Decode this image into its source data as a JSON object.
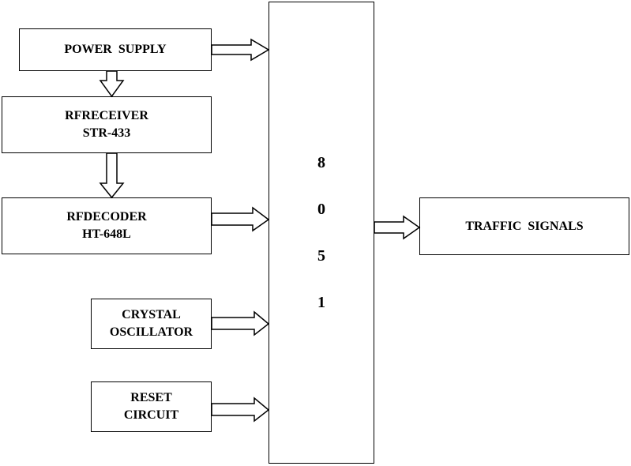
{
  "blocks": {
    "power_supply": {
      "label": "POWER  SUPPLY"
    },
    "rf_receiver": {
      "line1": "RFRECEIVER",
      "line2": "STR-433"
    },
    "rf_decoder": {
      "line1": "RFDECODER",
      "line2": "HT-648L"
    },
    "crystal_oscillator": {
      "line1": "CRYSTAL",
      "line2": "OSCILLATOR"
    },
    "reset_circuit": {
      "line1": "RESET",
      "line2": "CIRCUIT"
    },
    "microcontroller": {
      "digits": [
        "8",
        "0",
        "5",
        "1"
      ]
    },
    "traffic_signals": {
      "label": "TRAFFIC  SIGNALS"
    }
  },
  "colors": {
    "stroke": "#000000",
    "fill": "#ffffff"
  }
}
